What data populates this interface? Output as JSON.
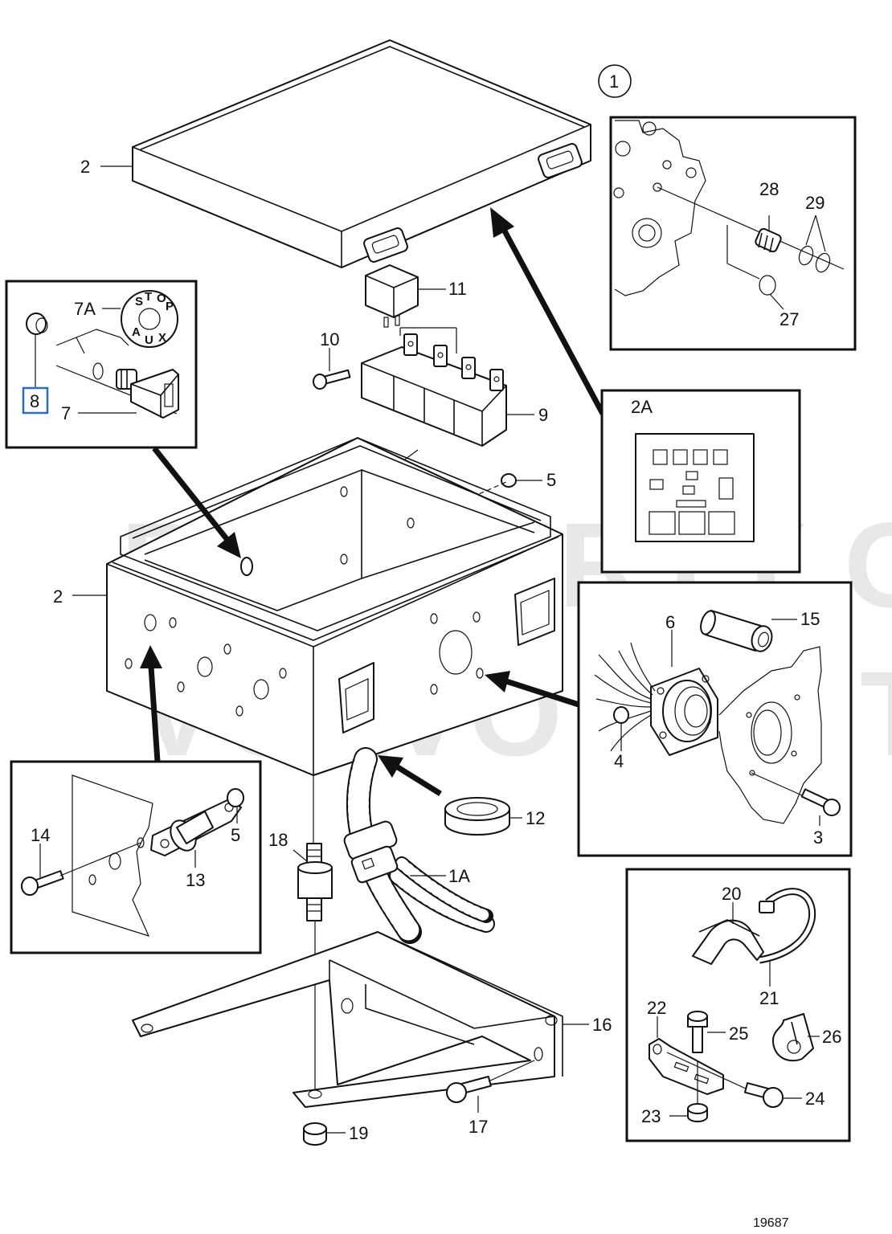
{
  "watermark": {
    "line1": "PROPERTY OF",
    "line2": "VOLVO PENTA"
  },
  "figure_number": "19687",
  "callouts": {
    "c1": "1",
    "c2_lid": "2",
    "c2_box": "2",
    "c2A": "2A",
    "c3": "3",
    "c4": "4",
    "c5_top": "5",
    "c5_inset": "5",
    "c6": "6",
    "c7": "7",
    "c7A": "7A",
    "c8": "8",
    "c9": "9",
    "c10": "10",
    "c11": "11",
    "c12": "12",
    "c13": "13",
    "c14": "14",
    "c15": "15",
    "c16": "16",
    "c17": "17",
    "c18": "18",
    "c19": "19",
    "c1A": "1A",
    "c20": "20",
    "c21": "21",
    "c22": "22",
    "c23": "23",
    "c24": "24",
    "c25": "25",
    "c26": "26",
    "c27": "27",
    "c28": "28",
    "c29": "29"
  },
  "stop_aux_label": {
    "s": "S",
    "t": "T",
    "o": "O",
    "p": "P",
    "a": "A",
    "u": "U",
    "x": "X"
  },
  "highlight_color": "#2a6ebb"
}
